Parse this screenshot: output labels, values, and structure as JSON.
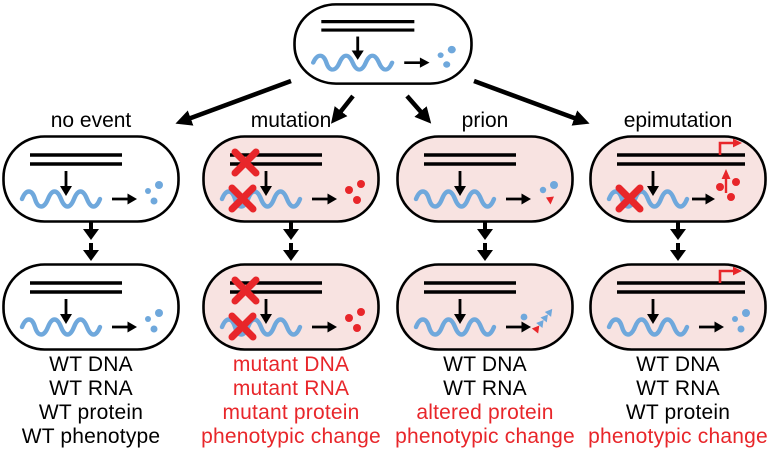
{
  "figure": "modes of heritable change in a cell lineage",
  "colors": {
    "red": "#e8262a",
    "blue": "#6fa8dc",
    "pink": "#f8e3e1",
    "ink": "#000000",
    "background": "#ffffff"
  },
  "root_cell": {
    "background": "white",
    "dna": "WT DNA (two black strands)",
    "rna": "WT RNA (blue wavy line)",
    "protein": "WT protein (blue dots)"
  },
  "columns": [
    {
      "label": "no event",
      "cells": [
        {
          "row": "initial",
          "background": "white",
          "dna": "WT DNA",
          "rna": "WT RNA",
          "protein": "WT protein (blue dots)"
        },
        {
          "row": "inherited",
          "background": "white",
          "dna": "WT DNA",
          "rna": "WT RNA",
          "protein": "WT protein (blue dots)"
        }
      ],
      "outcomes": [
        {
          "text": "WT DNA",
          "status": "wt"
        },
        {
          "text": "WT RNA",
          "status": "wt"
        },
        {
          "text": "WT protein",
          "status": "wt"
        },
        {
          "text": "WT phenotype",
          "status": "wt"
        }
      ]
    },
    {
      "label": "mutation",
      "cells": [
        {
          "row": "initial",
          "background": "pink",
          "dna": "mutant DNA (red X)",
          "rna": "mutant RNA (red X)",
          "protein": "mutant protein (red dots)"
        },
        {
          "row": "inherited",
          "background": "pink",
          "dna": "mutant DNA (red X)",
          "rna": "mutant RNA (red X)",
          "protein": "mutant protein (red dots)"
        }
      ],
      "outcomes": [
        {
          "text": "mutant DNA",
          "status": "changed"
        },
        {
          "text": "mutant RNA",
          "status": "changed"
        },
        {
          "text": "mutant protein",
          "status": "changed"
        },
        {
          "text": "phenotypic change",
          "status": "changed"
        }
      ]
    },
    {
      "label": "prion",
      "cells": [
        {
          "row": "initial",
          "background": "pink",
          "dna": "WT DNA",
          "rna": "WT RNA",
          "protein": "WT protein (blue dots) + prion seed (red triangle)"
        },
        {
          "row": "inherited",
          "background": "pink",
          "dna": "WT DNA",
          "rna": "WT RNA",
          "protein": "prion aggregate (blue chain on red seed)"
        }
      ],
      "outcomes": [
        {
          "text": "WT DNA",
          "status": "wt"
        },
        {
          "text": "WT RNA",
          "status": "wt"
        },
        {
          "text": "altered protein",
          "status": "changed"
        },
        {
          "text": "phenotypic change",
          "status": "changed"
        }
      ]
    },
    {
      "label": "epimutation",
      "cells": [
        {
          "row": "initial",
          "background": "pink",
          "dna": "WT DNA with red promoter arrow",
          "rna": "silenced RNA (red X)",
          "protein": "regulatory protein (red dots, arrow up to promoter)"
        },
        {
          "row": "inherited",
          "background": "pink",
          "dna": "WT DNA with red promoter arrow",
          "rna": "WT RNA",
          "protein": "WT protein (blue dots)"
        }
      ],
      "outcomes": [
        {
          "text": "WT DNA",
          "status": "wt"
        },
        {
          "text": "WT RNA",
          "status": "wt"
        },
        {
          "text": "WT protein",
          "status": "wt"
        },
        {
          "text": "phenotypic change",
          "status": "changed"
        }
      ]
    }
  ]
}
